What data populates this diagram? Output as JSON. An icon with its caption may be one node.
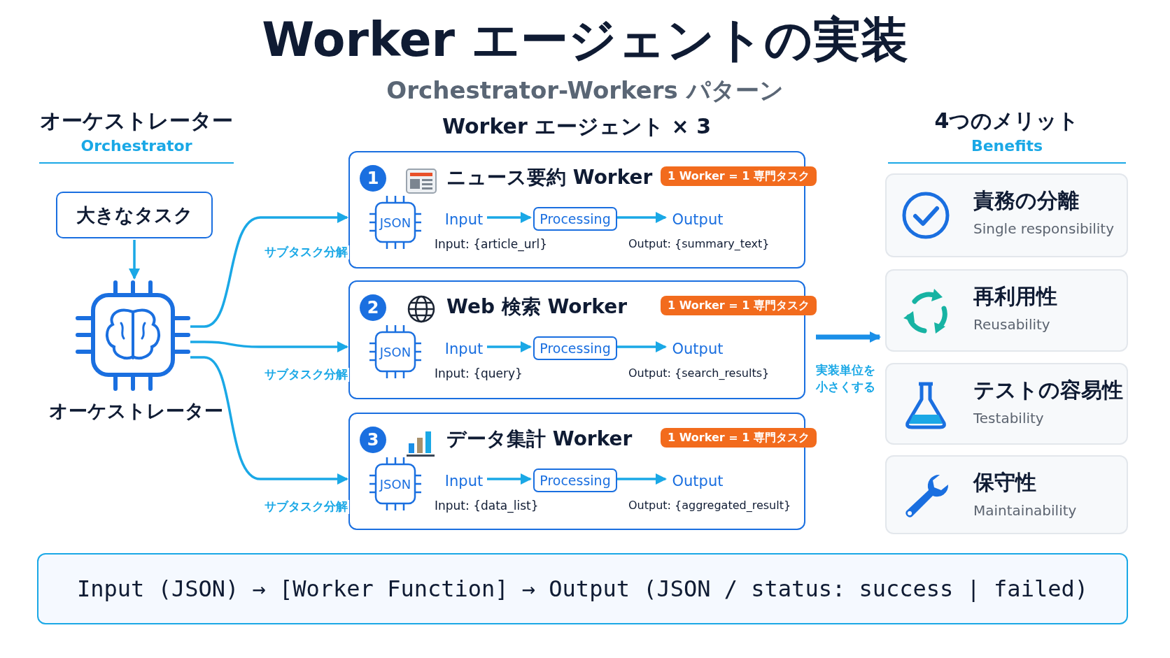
{
  "diagram": {
    "title": "Worker エージェントの実装",
    "nodes": [
      {
        "text": [
          "オーケストレーター",
          "Orchestrator"
        ]
      },
      {
        "text": [
          "大きなタスク"
        ],
        "in": 0
      },
      {
        "text": [
          "オーケストレーター"
        ],
        "in": 0
      },
      {
        "text": [
          "Worker エージェント × 3"
        ]
      },
      {
        "text": [
          "1",
          "ニュース要約 Worker",
          "1 Worker = 1 専門タスク",
          "Input: {article_url}",
          "Output: {summary_text}"
        ],
        "in": 3
      },
      {
        "text": [
          "JSON"
        ],
        "in": 4
      },
      {
        "text": [
          "Input"
        ],
        "in": 4
      },
      {
        "text": [
          "Processing"
        ],
        "in": 4
      },
      {
        "text": [
          "Output"
        ],
        "in": 4
      },
      {
        "text": [
          "2",
          "Web 検索 Worker",
          "1 Worker = 1 専門タスク",
          "Input: {query}",
          "Output: {search_results}"
        ],
        "in": 3
      },
      {
        "text": [
          "JSON"
        ],
        "in": 9
      },
      {
        "text": [
          "Input"
        ],
        "in": 9
      },
      {
        "text": [
          "Processing"
        ],
        "in": 9
      },
      {
        "text": [
          "Output"
        ],
        "in": 9
      },
      {
        "text": [
          "3",
          "データ集計 Worker",
          "1 Worker = 1 専門タスク",
          "Input: {data_list}",
          "Output: {aggregated_result}"
        ],
        "in": 3
      },
      {
        "text": [
          "JSON"
        ],
        "in": 14
      },
      {
        "text": [
          "Input"
        ],
        "in": 14
      },
      {
        "text": [
          "Processing"
        ],
        "in": 14
      },
      {
        "text": [
          "Output"
        ],
        "in": 14
      },
      {
        "text": [
          "4つのメリット",
          "Benefits"
        ]
      },
      {
        "text": [
          "責務の分離",
          "Single responsibility"
        ],
        "in": 19
      },
      {
        "text": [
          "再利用性",
          "Reusability"
        ],
        "in": 19
      },
      {
        "text": [
          "テストの容易性",
          "Testability"
        ],
        "in": 19
      },
      {
        "text": [
          "保守性",
          "Maintainability"
        ],
        "in": 19
      },
      {
        "text": [
          "Input (JSON) → [Worker Function] → Output (JSON / status: success | failed)"
        ]
      }
    ],
    "edges": [
      {
        "from": 1,
        "to": 2,
        "arrow": "to"
      },
      {
        "from": 2,
        "to": 4,
        "label": "サブタスク分解",
        "arrow": "to"
      },
      {
        "from": 2,
        "to": 9,
        "label": "サブタスク分解",
        "arrow": "to"
      },
      {
        "from": 2,
        "to": 14,
        "label": "サブタスク分解",
        "arrow": "to"
      },
      {
        "from": 6,
        "to": 7,
        "arrow": "to"
      },
      {
        "from": 7,
        "to": 8,
        "arrow": "to"
      },
      {
        "from": 11,
        "to": 12,
        "arrow": "to"
      },
      {
        "from": 12,
        "to": 13,
        "arrow": "to"
      },
      {
        "from": 16,
        "to": 17,
        "arrow": "to"
      },
      {
        "from": 17,
        "to": 18,
        "arrow": "to"
      },
      {
        "from": 3,
        "to": 19,
        "label": "実装単位を小さくする",
        "arrow": "to",
        "style": "thick"
      }
    ],
    "labels": [
      "Orchestrator-Workers パターン"
    ]
  }
}
